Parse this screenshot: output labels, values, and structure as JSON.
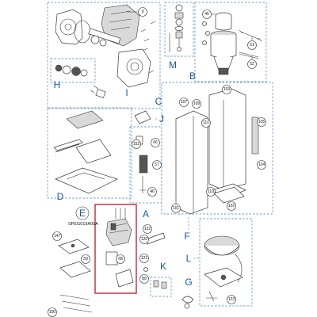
{
  "diagram": {
    "group_labels": {
      "A": "A",
      "B": "B",
      "C": "C",
      "D": "D",
      "E": "E",
      "F": "F",
      "G": "G",
      "H": "H",
      "I": "I",
      "J": "J",
      "K": "K",
      "L": "L",
      "M": "M"
    },
    "highlight_code": "SPEG019A00A",
    "parts": {
      "p9": "9",
      "p45": "45",
      "p51": "51",
      "p52": "52",
      "p103": "103",
      "p107": "107",
      "p109": "109",
      "p110": "110",
      "p105": "105",
      "p104": "104",
      "p119": "119",
      "p101": "101",
      "p102": "102",
      "p66": "66",
      "p57": "57",
      "p46": "46",
      "p122": "122",
      "p147": "147",
      "p59": "59",
      "p120": "120",
      "p121": "121",
      "p68": "68",
      "p89": "89",
      "p123": "123",
      "p100": "100"
    }
  }
}
